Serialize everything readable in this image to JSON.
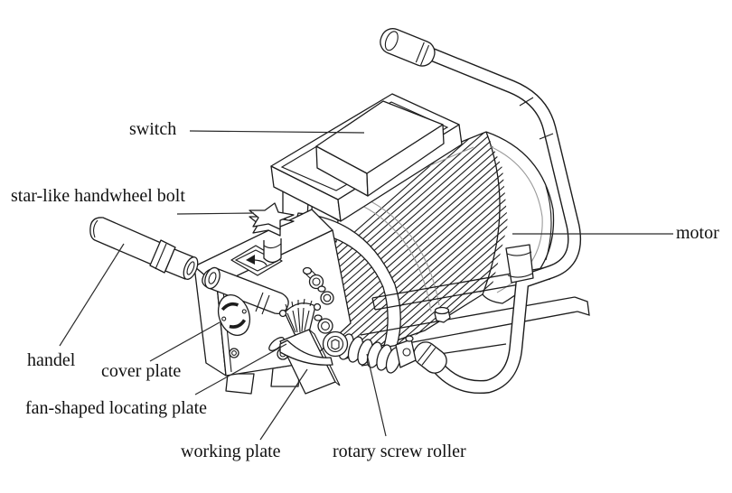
{
  "figure": {
    "type": "annotated technical line drawing",
    "subject": "portable electric pipe threading machine",
    "background_color": "#ffffff",
    "line_color": "#1c1c1c",
    "text_color": "#111111",
    "labels": {
      "switch": "switch",
      "star_bolt": "star-like handwheel bolt",
      "motor": "motor",
      "handel": "handel",
      "cover_plate": "cover plate",
      "fan_plate": "fan-shaped locating plate",
      "working_plate": "working plate",
      "screw_roller": "rotary screw roller"
    }
  }
}
